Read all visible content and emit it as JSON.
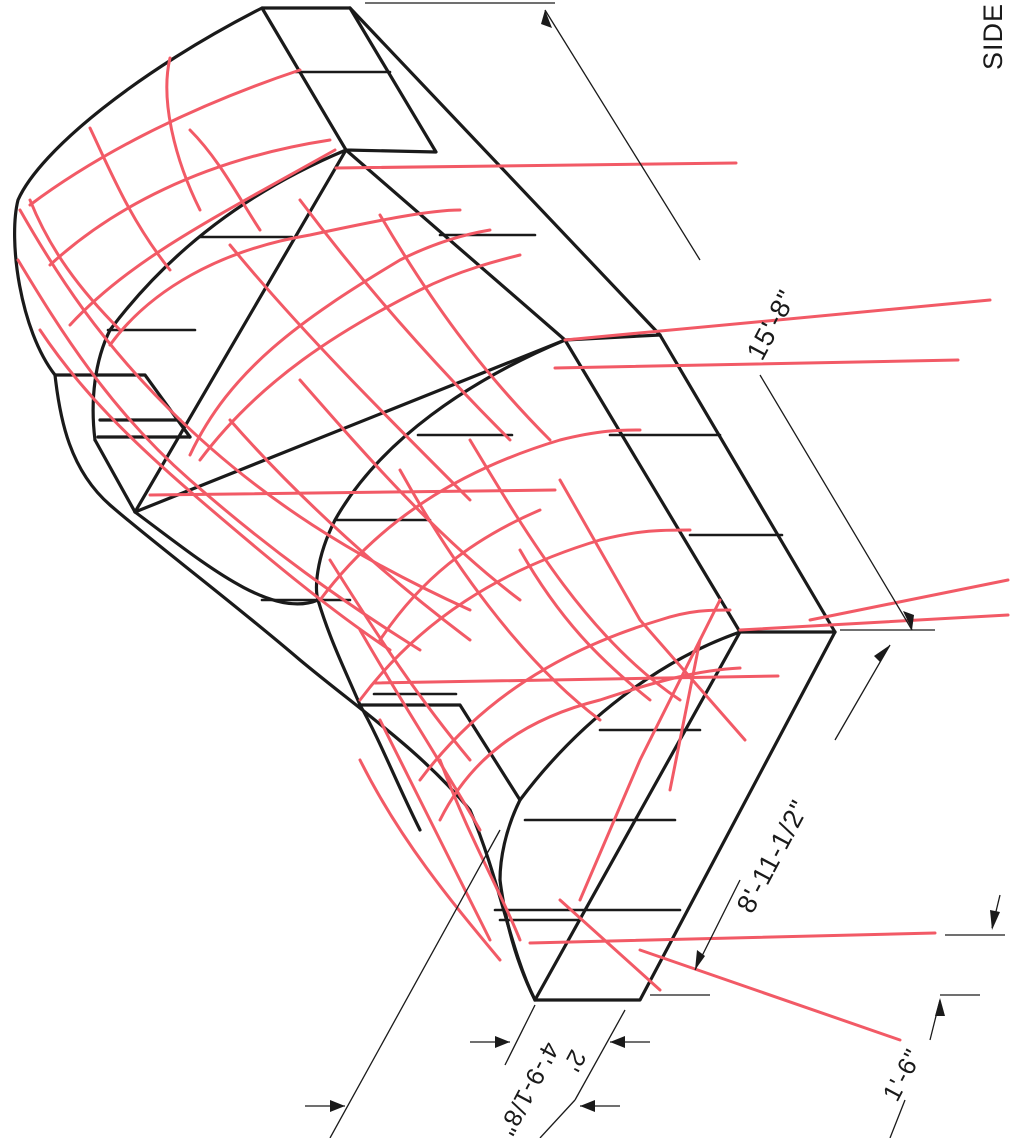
{
  "labels": {
    "side_view": "SIDE",
    "length_dim": "15'-8\"",
    "width_dim": "8'-11-1/2\"",
    "depth_dim": "4'-9-1/8\"",
    "thickness_dim": "2'",
    "offset_dim": "1'-6\""
  },
  "colors": {
    "outline": "#1a1a1a",
    "rebar": "#f25a66"
  }
}
